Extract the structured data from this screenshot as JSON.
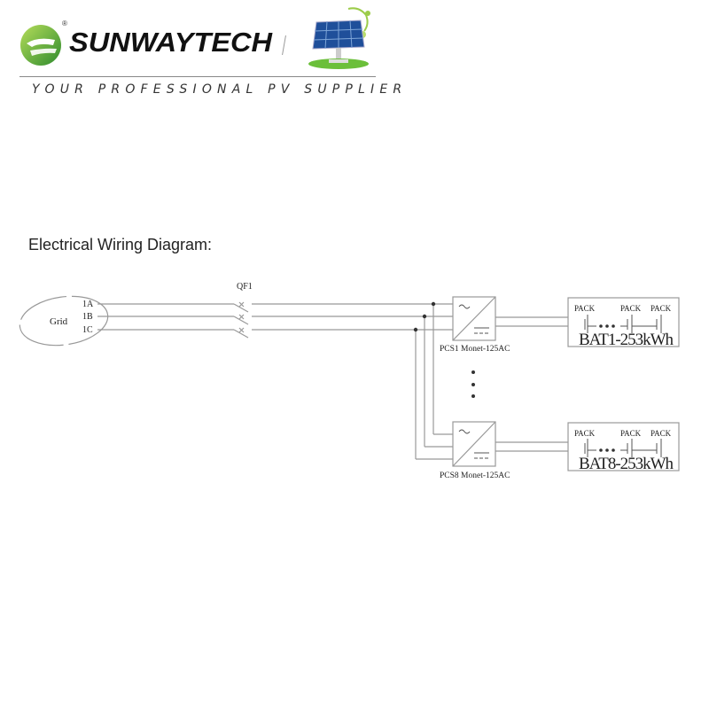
{
  "header": {
    "brand": "SUNWAYTECH",
    "registered": "®",
    "slogan": "YOUR PROFESSIONAL PV SUPPLIER"
  },
  "section_title": "Electrical Wiring Diagram:",
  "diagram": {
    "grid_label": "Grid",
    "phases": [
      "1A",
      "1B",
      "1C"
    ],
    "breaker": "QF1",
    "pcs1": "PCS1 Monet-125AC",
    "pcs8": "PCS8 Monet-125AC",
    "pack_label": "PACK",
    "bat1": "BAT1-253kWh",
    "bat8": "BAT8-253kWh"
  }
}
